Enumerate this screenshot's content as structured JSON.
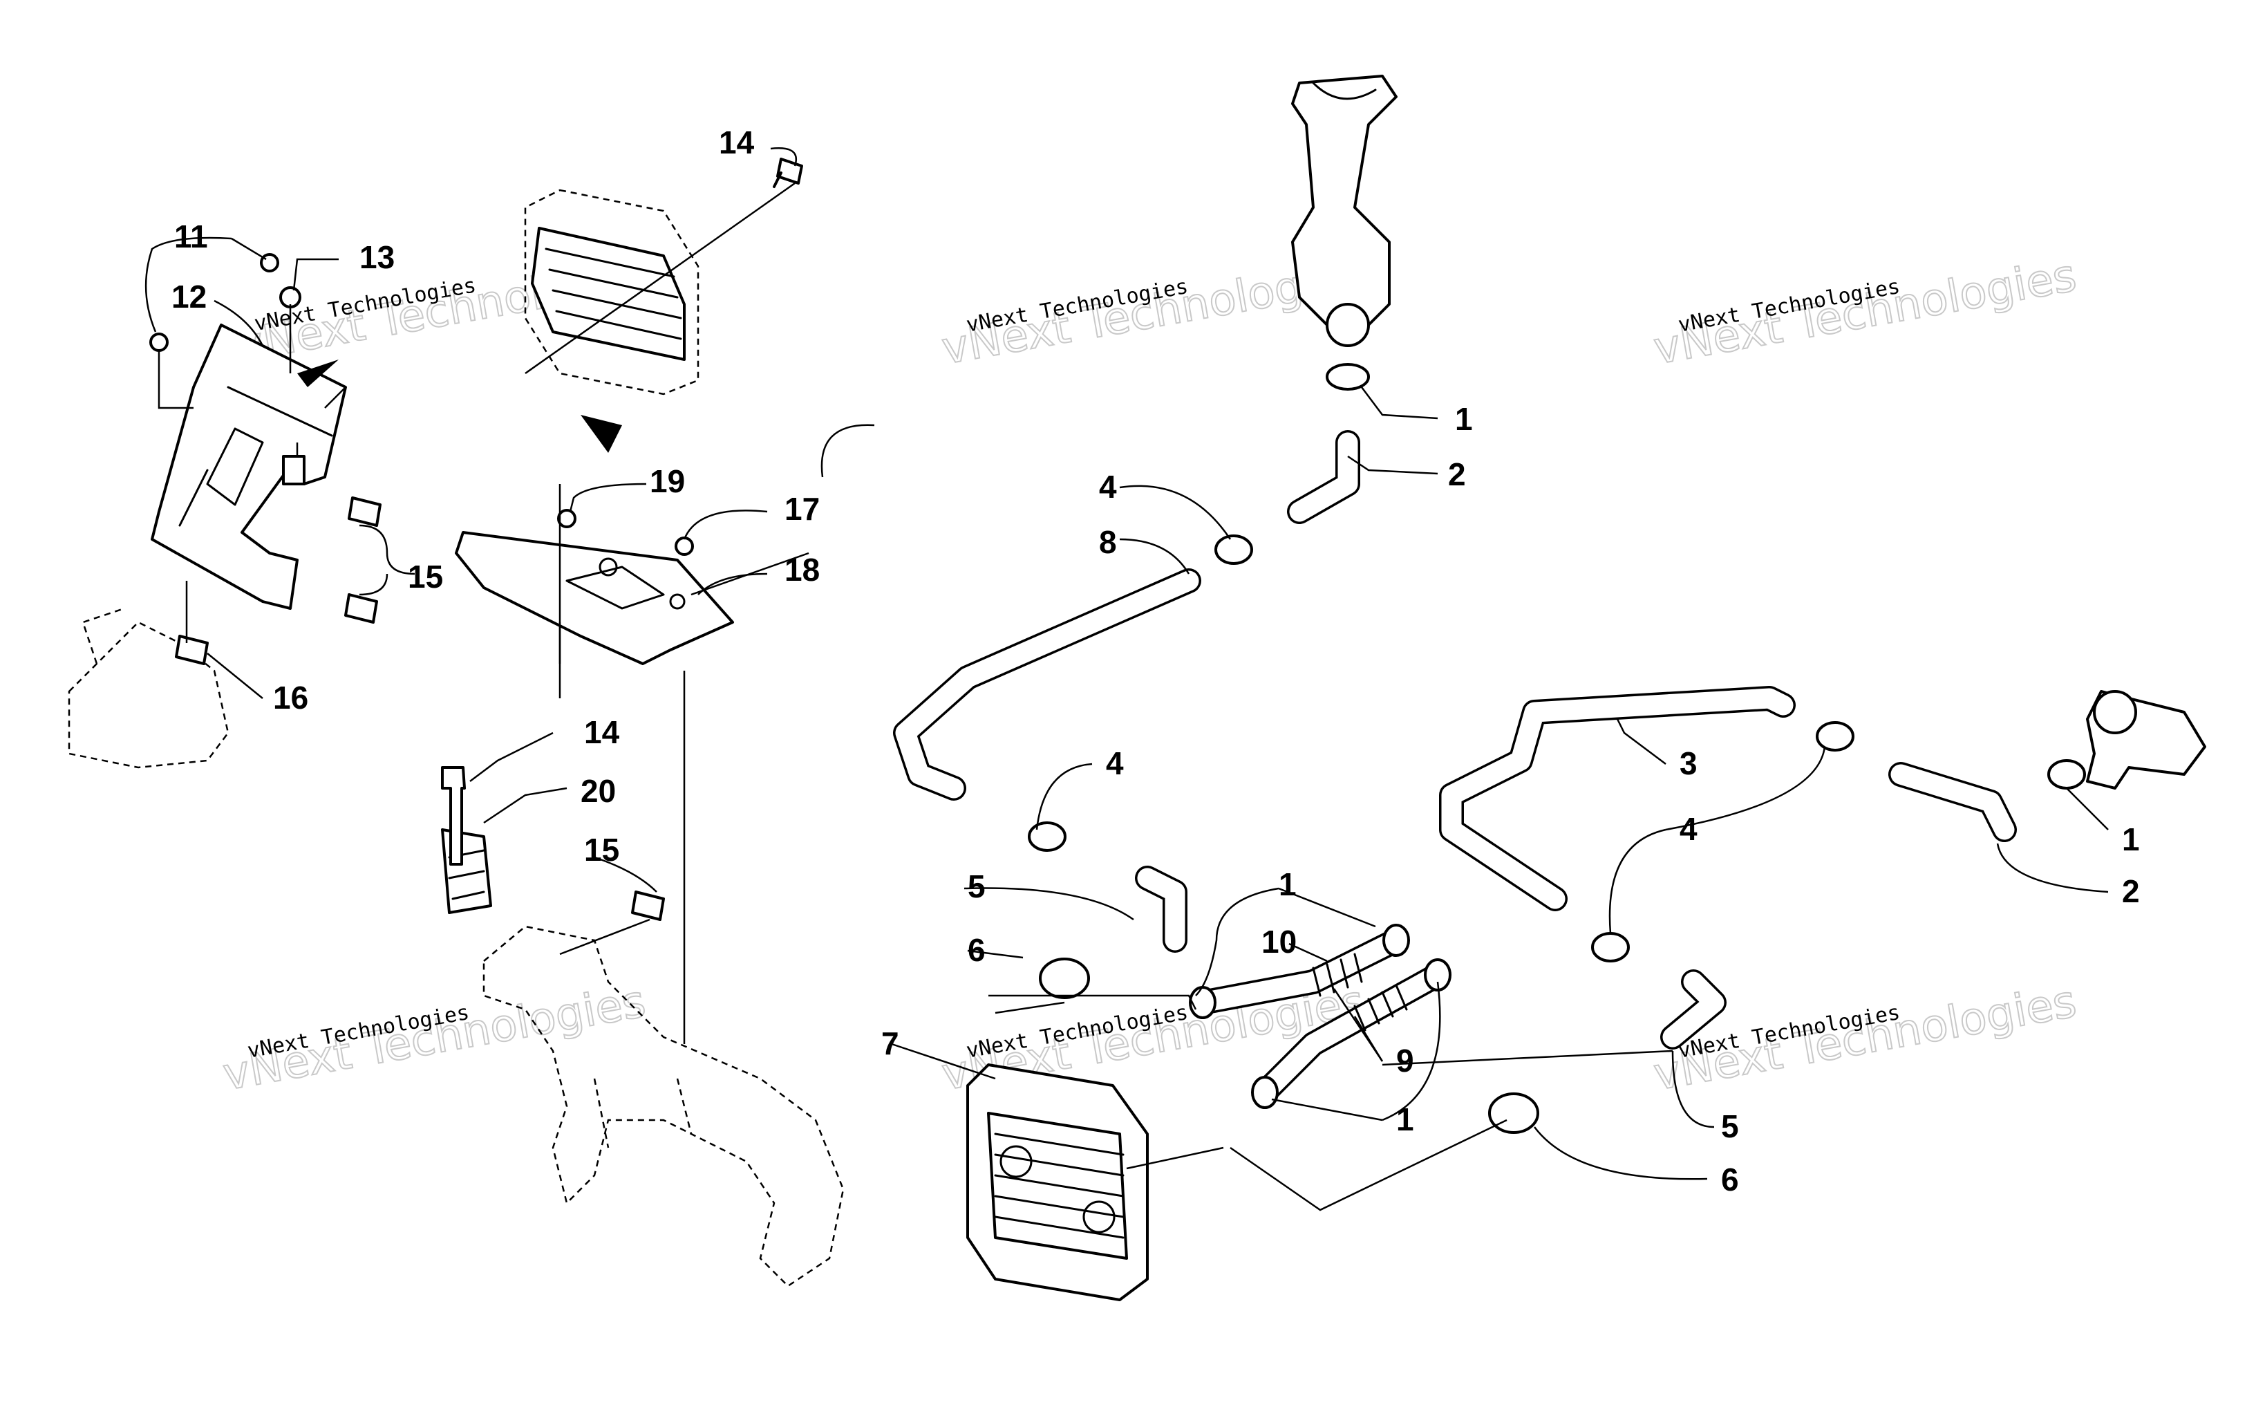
{
  "callouts": [
    {
      "label": "14"
    },
    {
      "label": "11"
    },
    {
      "label": "13"
    },
    {
      "label": "12"
    },
    {
      "label": "19"
    },
    {
      "label": "17"
    },
    {
      "label": "18"
    },
    {
      "label": "15"
    },
    {
      "label": "16"
    },
    {
      "label": "14"
    },
    {
      "label": "20"
    },
    {
      "label": "15"
    },
    {
      "label": "1"
    },
    {
      "label": "2"
    },
    {
      "label": "4"
    },
    {
      "label": "8"
    },
    {
      "label": "4"
    },
    {
      "label": "5"
    },
    {
      "label": "6"
    },
    {
      "label": "7"
    },
    {
      "label": "1"
    },
    {
      "label": "10"
    },
    {
      "label": "9"
    },
    {
      "label": "1"
    },
    {
      "label": "3"
    },
    {
      "label": "4"
    },
    {
      "label": "1"
    },
    {
      "label": "2"
    },
    {
      "label": "5"
    },
    {
      "label": "6"
    }
  ],
  "watermarks": [
    {
      "line1": "vNext Technologies",
      "line2": "vNext Technologies"
    },
    {
      "line1": "vNext Technologies",
      "line2": "vNext Technologies"
    },
    {
      "line1": "vNext Technologies",
      "line2": "vNext Technologies"
    },
    {
      "line1": "vNext Technologies",
      "line2": "vNext Technologies"
    },
    {
      "line1": "vNext Technologies",
      "line2": "vNext Technologies"
    },
    {
      "line1": "vNext Technologies",
      "line2": "vNext Technologies"
    }
  ]
}
